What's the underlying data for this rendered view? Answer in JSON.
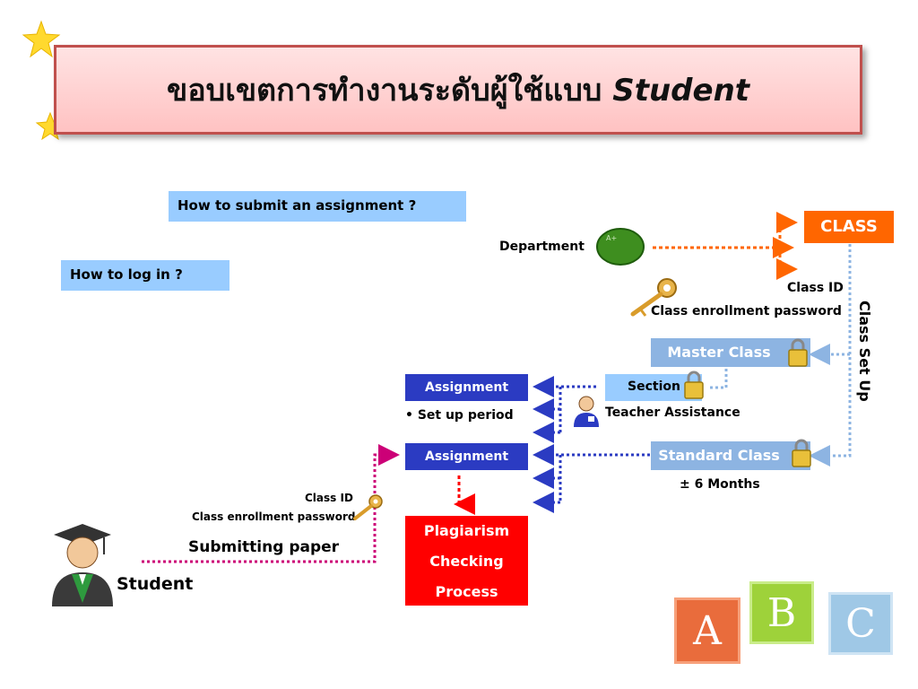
{
  "title": {
    "thai": "ขอบเขตการทำงานระดับผู้ใช้แบบ",
    "en": "Student"
  },
  "links": {
    "submit": "How to submit an assignment ?",
    "login": "How to log in ?"
  },
  "department": "Department",
  "class_label": "CLASS",
  "class_setup": "Class Set Up",
  "key_top": {
    "class_id": "Class ID",
    "password": "Class enrollment password"
  },
  "master_class": "Master Class",
  "section": "Section",
  "teacher_assistance": "Teacher Assistance",
  "standard_class": "Standard Class",
  "months": "± 6 Months",
  "assignment_top": "Assignment",
  "setup_period": "• Set up period",
  "assignment_bottom": "Assignment",
  "plagiarism": {
    "line1": "Plagiarism",
    "line2": "Checking",
    "line3": "Process"
  },
  "key_bottom": {
    "class_id": "Class ID",
    "password": "Class enrollment password"
  },
  "submitting": "Submitting paper",
  "student": "Student",
  "blocks": {
    "a": "A",
    "b": "B",
    "c": "C"
  },
  "colors": {
    "orange": "#ff6600",
    "light_blue": "#99ccff",
    "navy": "#2b3bc2",
    "red": "#ff0000",
    "magenta": "#cc0077"
  }
}
